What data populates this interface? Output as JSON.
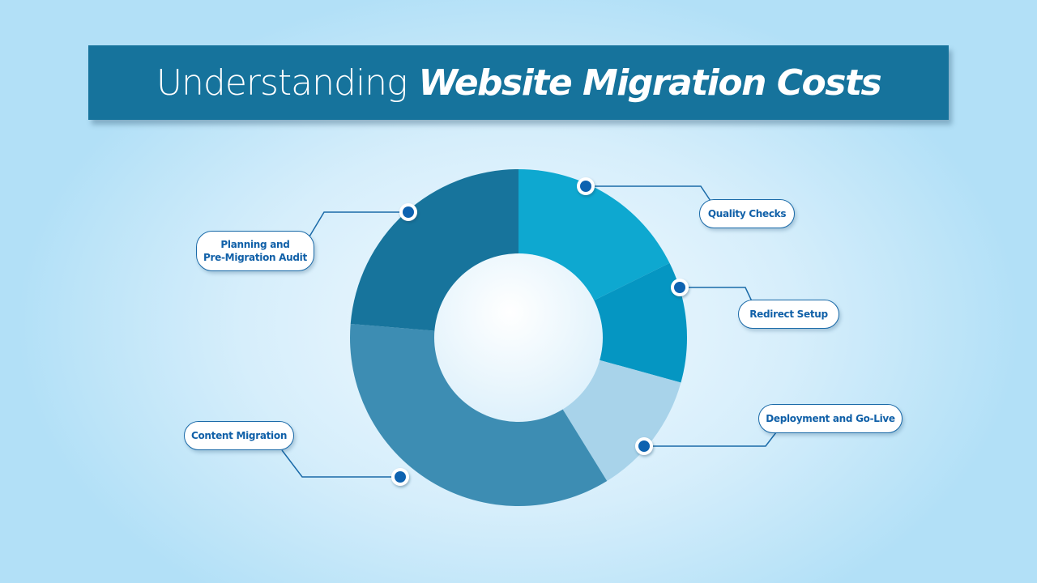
{
  "title": {
    "light": "Understanding",
    "bold": "Website Migration Costs"
  },
  "labels": {
    "planning": "Planning and Pre-Migration Audit",
    "planning_line1": "Planning and",
    "planning_line2": "Pre-Migration Audit",
    "quality": "Quality Checks",
    "redirect": "Redirect Setup",
    "deployment": "Deployment and Go-Live",
    "content": "Content Migration"
  },
  "colors": {
    "banner": "#16739c",
    "quality": "#0ea8d0",
    "redirect": "#0596c2",
    "deployment": "#a8d3ea",
    "content": "#3d8db3",
    "planning": "#17749c",
    "marker": "#0b62b0",
    "line": "#1a6aa8"
  },
  "chart_data": {
    "type": "pie",
    "subtype": "donut",
    "title": "Understanding Website Migration Costs",
    "categories": [
      "Quality Checks",
      "Redirect Setup",
      "Deployment and Go-Live",
      "Content Migration",
      "Planning and Pre-Migration Audit"
    ],
    "values": [
      17.7,
      11.6,
      11.9,
      35.1,
      23.7
    ],
    "unit": "% (estimated share of arc, no numeric labels shown)",
    "start_angle": "12 o'clock, clockwise",
    "legend": "callout labels"
  }
}
